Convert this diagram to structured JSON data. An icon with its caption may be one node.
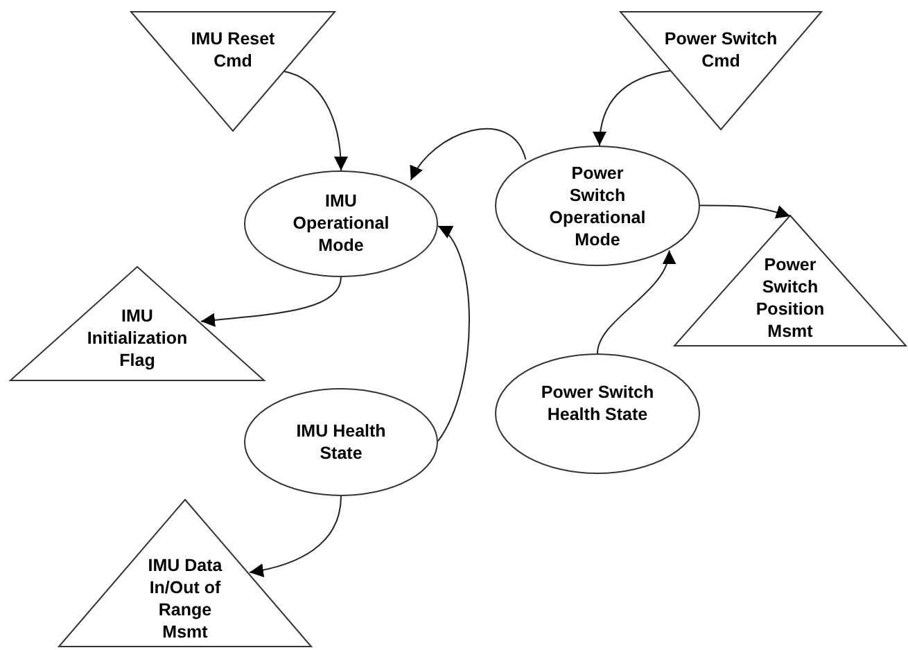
{
  "diagram": {
    "nodes": [
      {
        "text": [
          "IMU Reset Cmd"
        ]
      },
      {
        "text": [
          "Power Switch Cmd"
        ]
      },
      {
        "text": [
          "IMU Operational Mode"
        ]
      },
      {
        "text": [
          "Power Switch Operational Mode"
        ]
      },
      {
        "text": [
          "IMU Initialization Flag"
        ]
      },
      {
        "text": [
          "Power Switch Position Msmt"
        ]
      },
      {
        "text": [
          "IMU Health State"
        ]
      },
      {
        "text": [
          "Power Switch Health State"
        ]
      },
      {
        "text": [
          "IMU Data In/Out of Range Msmt"
        ]
      }
    ],
    "edges": [
      {
        "from": 0,
        "to": 2,
        "arrow": "to"
      },
      {
        "from": 1,
        "to": 3,
        "arrow": "to"
      },
      {
        "from": 3,
        "to": 2,
        "arrow": "to"
      },
      {
        "from": 2,
        "to": 4,
        "arrow": "to"
      },
      {
        "from": 3,
        "to": 5,
        "arrow": "to"
      },
      {
        "from": 6,
        "to": 2,
        "arrow": "to"
      },
      {
        "from": 7,
        "to": 3,
        "arrow": "to"
      },
      {
        "from": 6,
        "to": 8,
        "arrow": "to"
      }
    ]
  }
}
